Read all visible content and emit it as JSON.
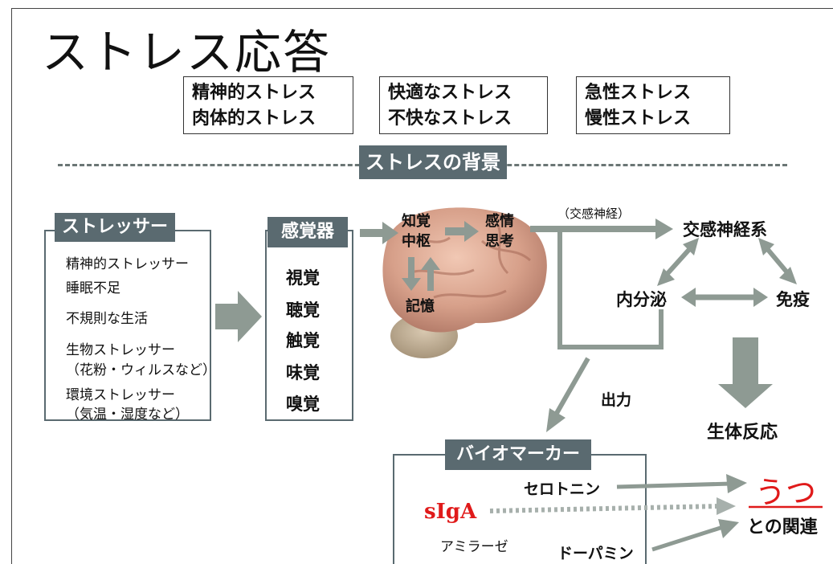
{
  "title": "ストレス応答",
  "stress_types": [
    {
      "line1": "精神的ストレス",
      "line2": "肉体的ストレス"
    },
    {
      "line1": "快適なストレス",
      "line2": "不快なストレス"
    },
    {
      "line1": "急性ストレス",
      "line2": "慢性ストレス"
    }
  ],
  "background_label": "ストレスの背景",
  "stressor": {
    "header": "ストレッサー",
    "items": [
      "精神的ストレッサー",
      "睡眠不足",
      "不規則な生活",
      "生物ストレッサー",
      "（花粉・ウィルスなど）",
      "環境ストレッサー",
      "（気温・湿度など）"
    ]
  },
  "senses": {
    "header": "感覚器",
    "items": [
      "視覚",
      "聴覚",
      "触覚",
      "味覚",
      "嗅覚"
    ]
  },
  "brain": {
    "perception_1": "知覚",
    "perception_2": "中枢",
    "emotion_1": "感情",
    "emotion_2": "思考",
    "memory": "記憶"
  },
  "sympathetic_note": "（交感神経）",
  "sympathetic_system": "交感神経系",
  "endocrine": "内分泌",
  "immune": "免疫",
  "output_label": "出力",
  "body_response": "生体反応",
  "biomarker": {
    "header": "バイオマーカー",
    "serotonin": "セロトニン",
    "sIgA": "sIgA",
    "amylase": "アミラーゼ",
    "dopamine": "ドーパミン"
  },
  "depression": "うつ",
  "relation": "との関連",
  "colors": {
    "banner": "#5a6a70",
    "arrow": "#8e9a93",
    "red": "#e01a1a"
  }
}
